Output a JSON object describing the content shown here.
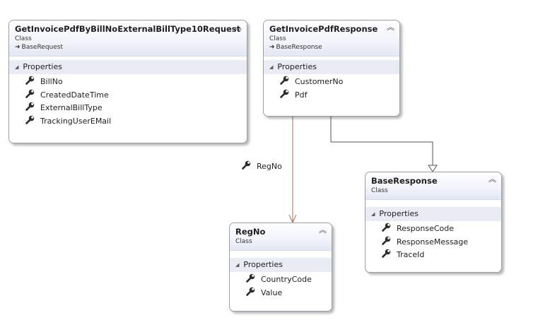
{
  "classes": [
    {
      "id": "request",
      "name": "GetInvoicePdfByBillNoExternalBillType10Request",
      "kind": "Class",
      "base": "BaseRequest",
      "section": "Properties",
      "properties": [
        "BillNo",
        "CreatedDateTime",
        "ExternalBillType",
        "TrackingUserEMail"
      ]
    },
    {
      "id": "response",
      "name": "GetInvoicePdfResponse",
      "kind": "Class",
      "base": "BaseResponse",
      "section": "Properties",
      "properties": [
        "CustomerNo",
        "Pdf"
      ]
    },
    {
      "id": "baseresponse",
      "name": "BaseResponse",
      "kind": "Class",
      "section": "Properties",
      "properties": [
        "ResponseCode",
        "ResponseMessage",
        "TraceId"
      ]
    },
    {
      "id": "regno",
      "name": "RegNo",
      "kind": "Class",
      "section": "Properties",
      "properties": [
        "CountryCode",
        "Value"
      ]
    }
  ],
  "association_label": "RegNo",
  "colors": {
    "association_line": "#a9725d",
    "inheritance_line": "#555555",
    "box_border": "#9aa0a8",
    "section_header": "#e9ecf4"
  },
  "icons": {
    "property": "wrench-icon",
    "collapse": "double-chevron-up-icon",
    "section_toggle": "triangle-down-icon",
    "base_class": "inherit-arrow-icon"
  }
}
